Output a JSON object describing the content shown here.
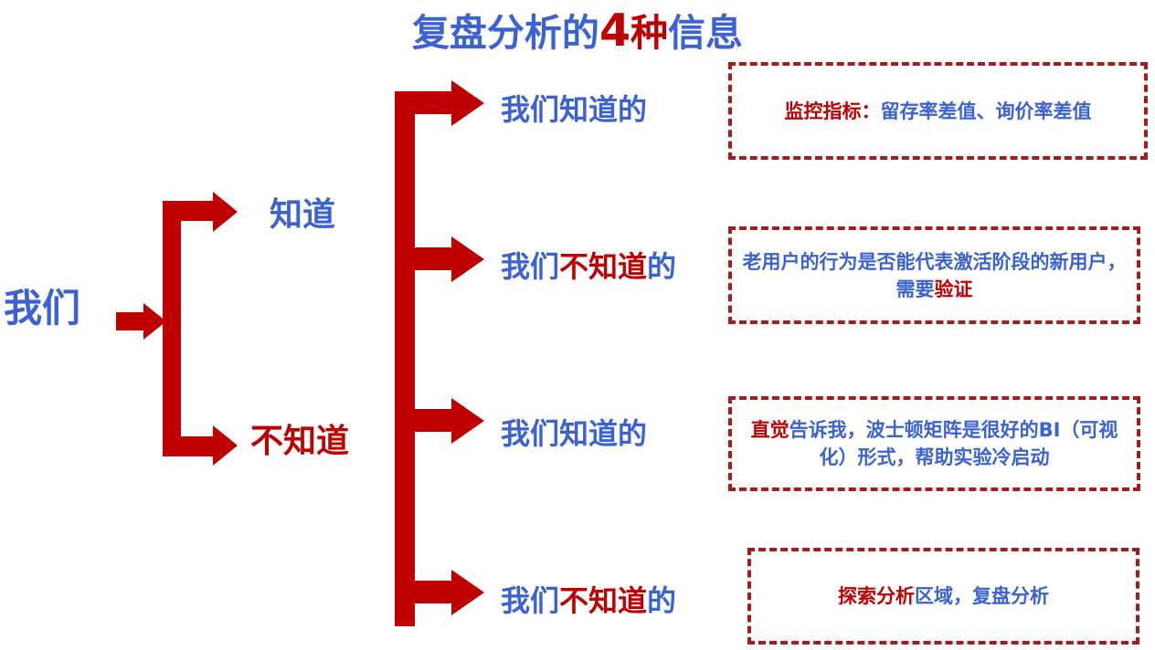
{
  "title": {
    "part1": "复盘分析的",
    "number": "4",
    "part2": "种",
    "part3": "信息",
    "full": "复盘分析的4种信息"
  },
  "colors": {
    "blue": "#3a62d4",
    "red": "#c00000",
    "dark_red_border": "#a61c1c",
    "background": "#ffffff"
  },
  "root": {
    "label": "我们",
    "arrow_icon": "arrow-right-icon"
  },
  "branches": [
    {
      "label": "知道",
      "color": "blue"
    },
    {
      "label": "不知道",
      "color": "red"
    }
  ],
  "outcomes": [
    {
      "prefix": "我们",
      "mid": "",
      "suffix": "知道的",
      "full": "我们知道的"
    },
    {
      "prefix": "我们",
      "mid": "不知道",
      "suffix": "的",
      "full": "我们不知道的"
    },
    {
      "prefix": "我们",
      "mid": "",
      "suffix": "知道的",
      "full": "我们知道的"
    },
    {
      "prefix": "我们",
      "mid": "不知道",
      "suffix": "的",
      "full": "我们不知道的"
    }
  ],
  "notes": [
    {
      "red_lead": "监控指标：",
      "blue_body": "留存率差值、询价率差值",
      "red_tail": "",
      "full": "监控指标：留存率差值、询价率差值"
    },
    {
      "red_lead": "",
      "blue_body": "老用户的行为是否能代表激活阶段的新用户，需要",
      "red_tail": "验证",
      "full": "老用户的行为是否能代表激活阶段的新用户，需要验证"
    },
    {
      "red_lead": "直觉",
      "blue_body": "告诉我，波士顿矩阵是很好的BI（可视化）形式，帮助实验冷启动",
      "red_tail": "",
      "full": "直觉告诉我，波士顿矩阵是很好的BI（可视化）形式，帮助实验冷启动"
    },
    {
      "red_lead": "探索分析",
      "blue_body": "区域，复盘分析",
      "red_tail": "",
      "full": "探索分析区域，复盘分析"
    }
  ],
  "icons": {
    "root_arrow": "arrow-right-icon",
    "split_bracket": "branch-split-icon",
    "trunk": "four-way-branch-icon"
  }
}
